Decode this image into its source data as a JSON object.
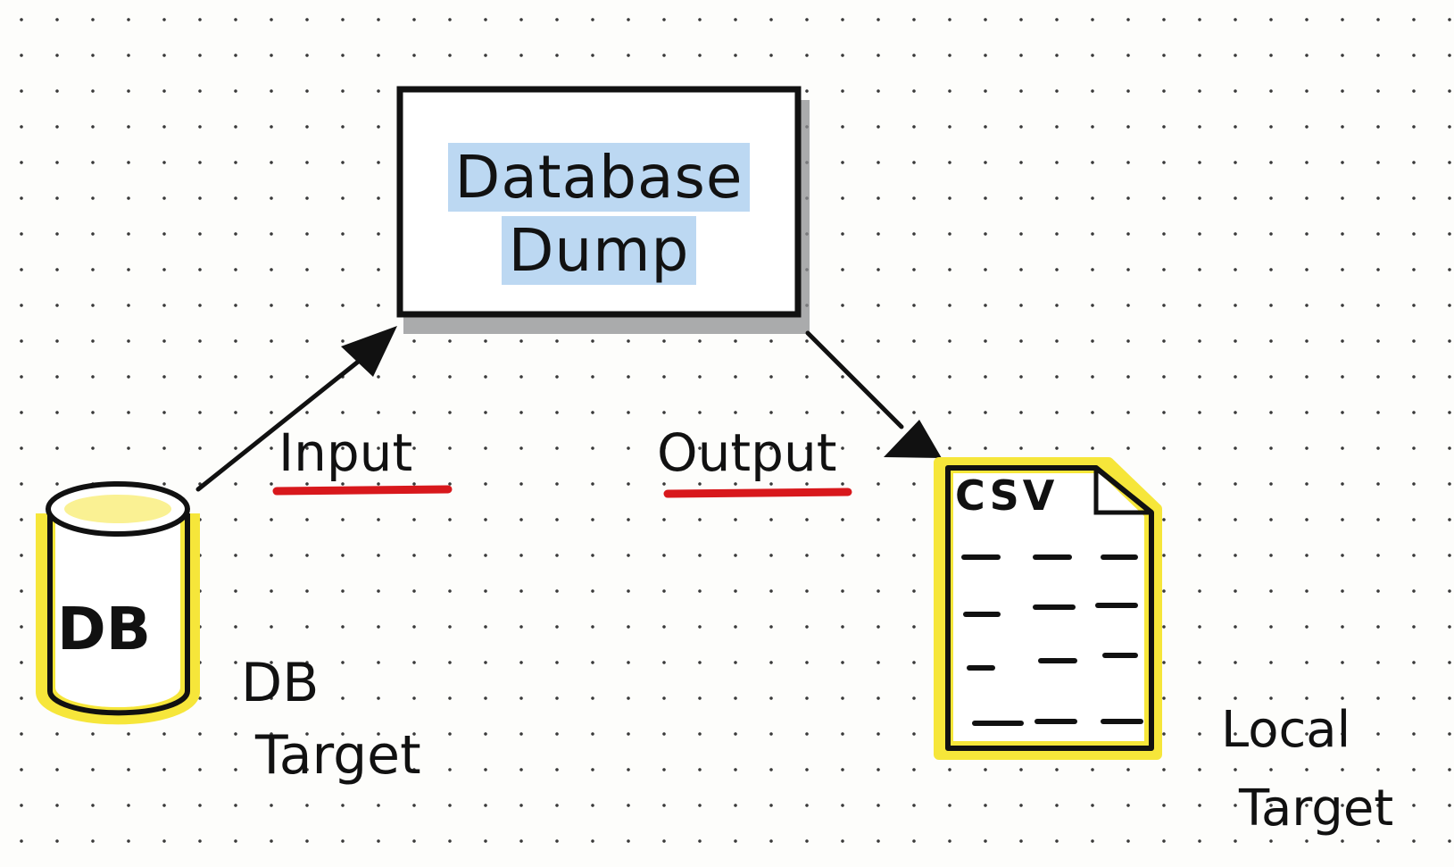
{
  "diagram": {
    "process_box": {
      "line1": "Database",
      "line2": "Dump",
      "highlight_color": "#bcd8f2"
    },
    "input_label": "Input",
    "output_label": "Output",
    "underline_color": "#d8181c",
    "source": {
      "icon": "database-cylinder-icon",
      "icon_text": "DB",
      "caption_line1": "DB",
      "caption_line2": "Target",
      "fill_color": "#f6e63a"
    },
    "destination": {
      "icon": "csv-document-icon",
      "icon_text": "CSV",
      "caption_line1": "Local",
      "caption_line2": "Target",
      "fill_color": "#f6e63a"
    }
  }
}
